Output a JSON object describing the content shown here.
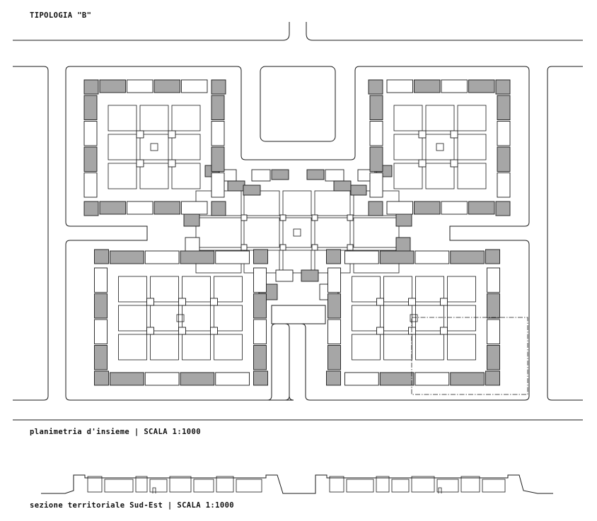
{
  "title": "TIPOLOGIA \"B\"",
  "captions": {
    "plan": "planimetria d'insieme | SCALA 1:1000",
    "section": "sezione territoriale Sud-Est | SCALA 1:1000"
  }
}
